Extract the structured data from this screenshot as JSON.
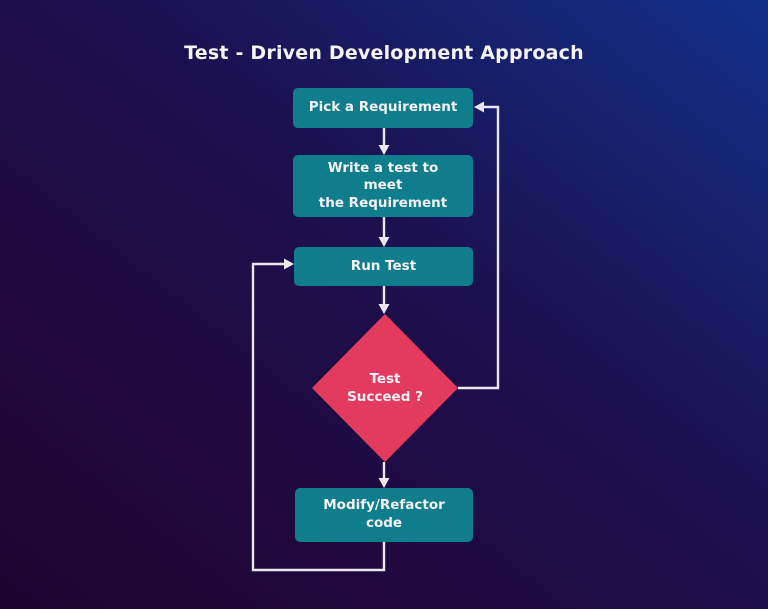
{
  "title": "Test - Driven Development Approach",
  "colors": {
    "bg_dark": "#1c0430",
    "bg_mid": "#1c1150",
    "bg_bright": "#113089",
    "node_fill": "#0f7d8b",
    "decision_fill": "#e23b5e",
    "line": "#eae7f1",
    "text": "#f6f3f7"
  },
  "nodes": {
    "pick_requirement": {
      "type": "process",
      "label": "Pick a Requirement"
    },
    "write_test": {
      "type": "process",
      "label": "Write a test to\nmeet\nthe Requirement"
    },
    "run_test": {
      "type": "process",
      "label": "Run Test"
    },
    "test_succeed": {
      "type": "decision",
      "label": "Test\nSucceed ?"
    },
    "modify_refactor": {
      "type": "process",
      "label": "Modify/Refactor\ncode"
    }
  },
  "edges": [
    {
      "from": "pick_requirement",
      "to": "write_test"
    },
    {
      "from": "write_test",
      "to": "run_test"
    },
    {
      "from": "run_test",
      "to": "test_succeed"
    },
    {
      "from": "test_succeed",
      "to": "modify_refactor"
    },
    {
      "from": "test_succeed",
      "to": "pick_requirement"
    },
    {
      "from": "modify_refactor",
      "to": "run_test"
    }
  ]
}
